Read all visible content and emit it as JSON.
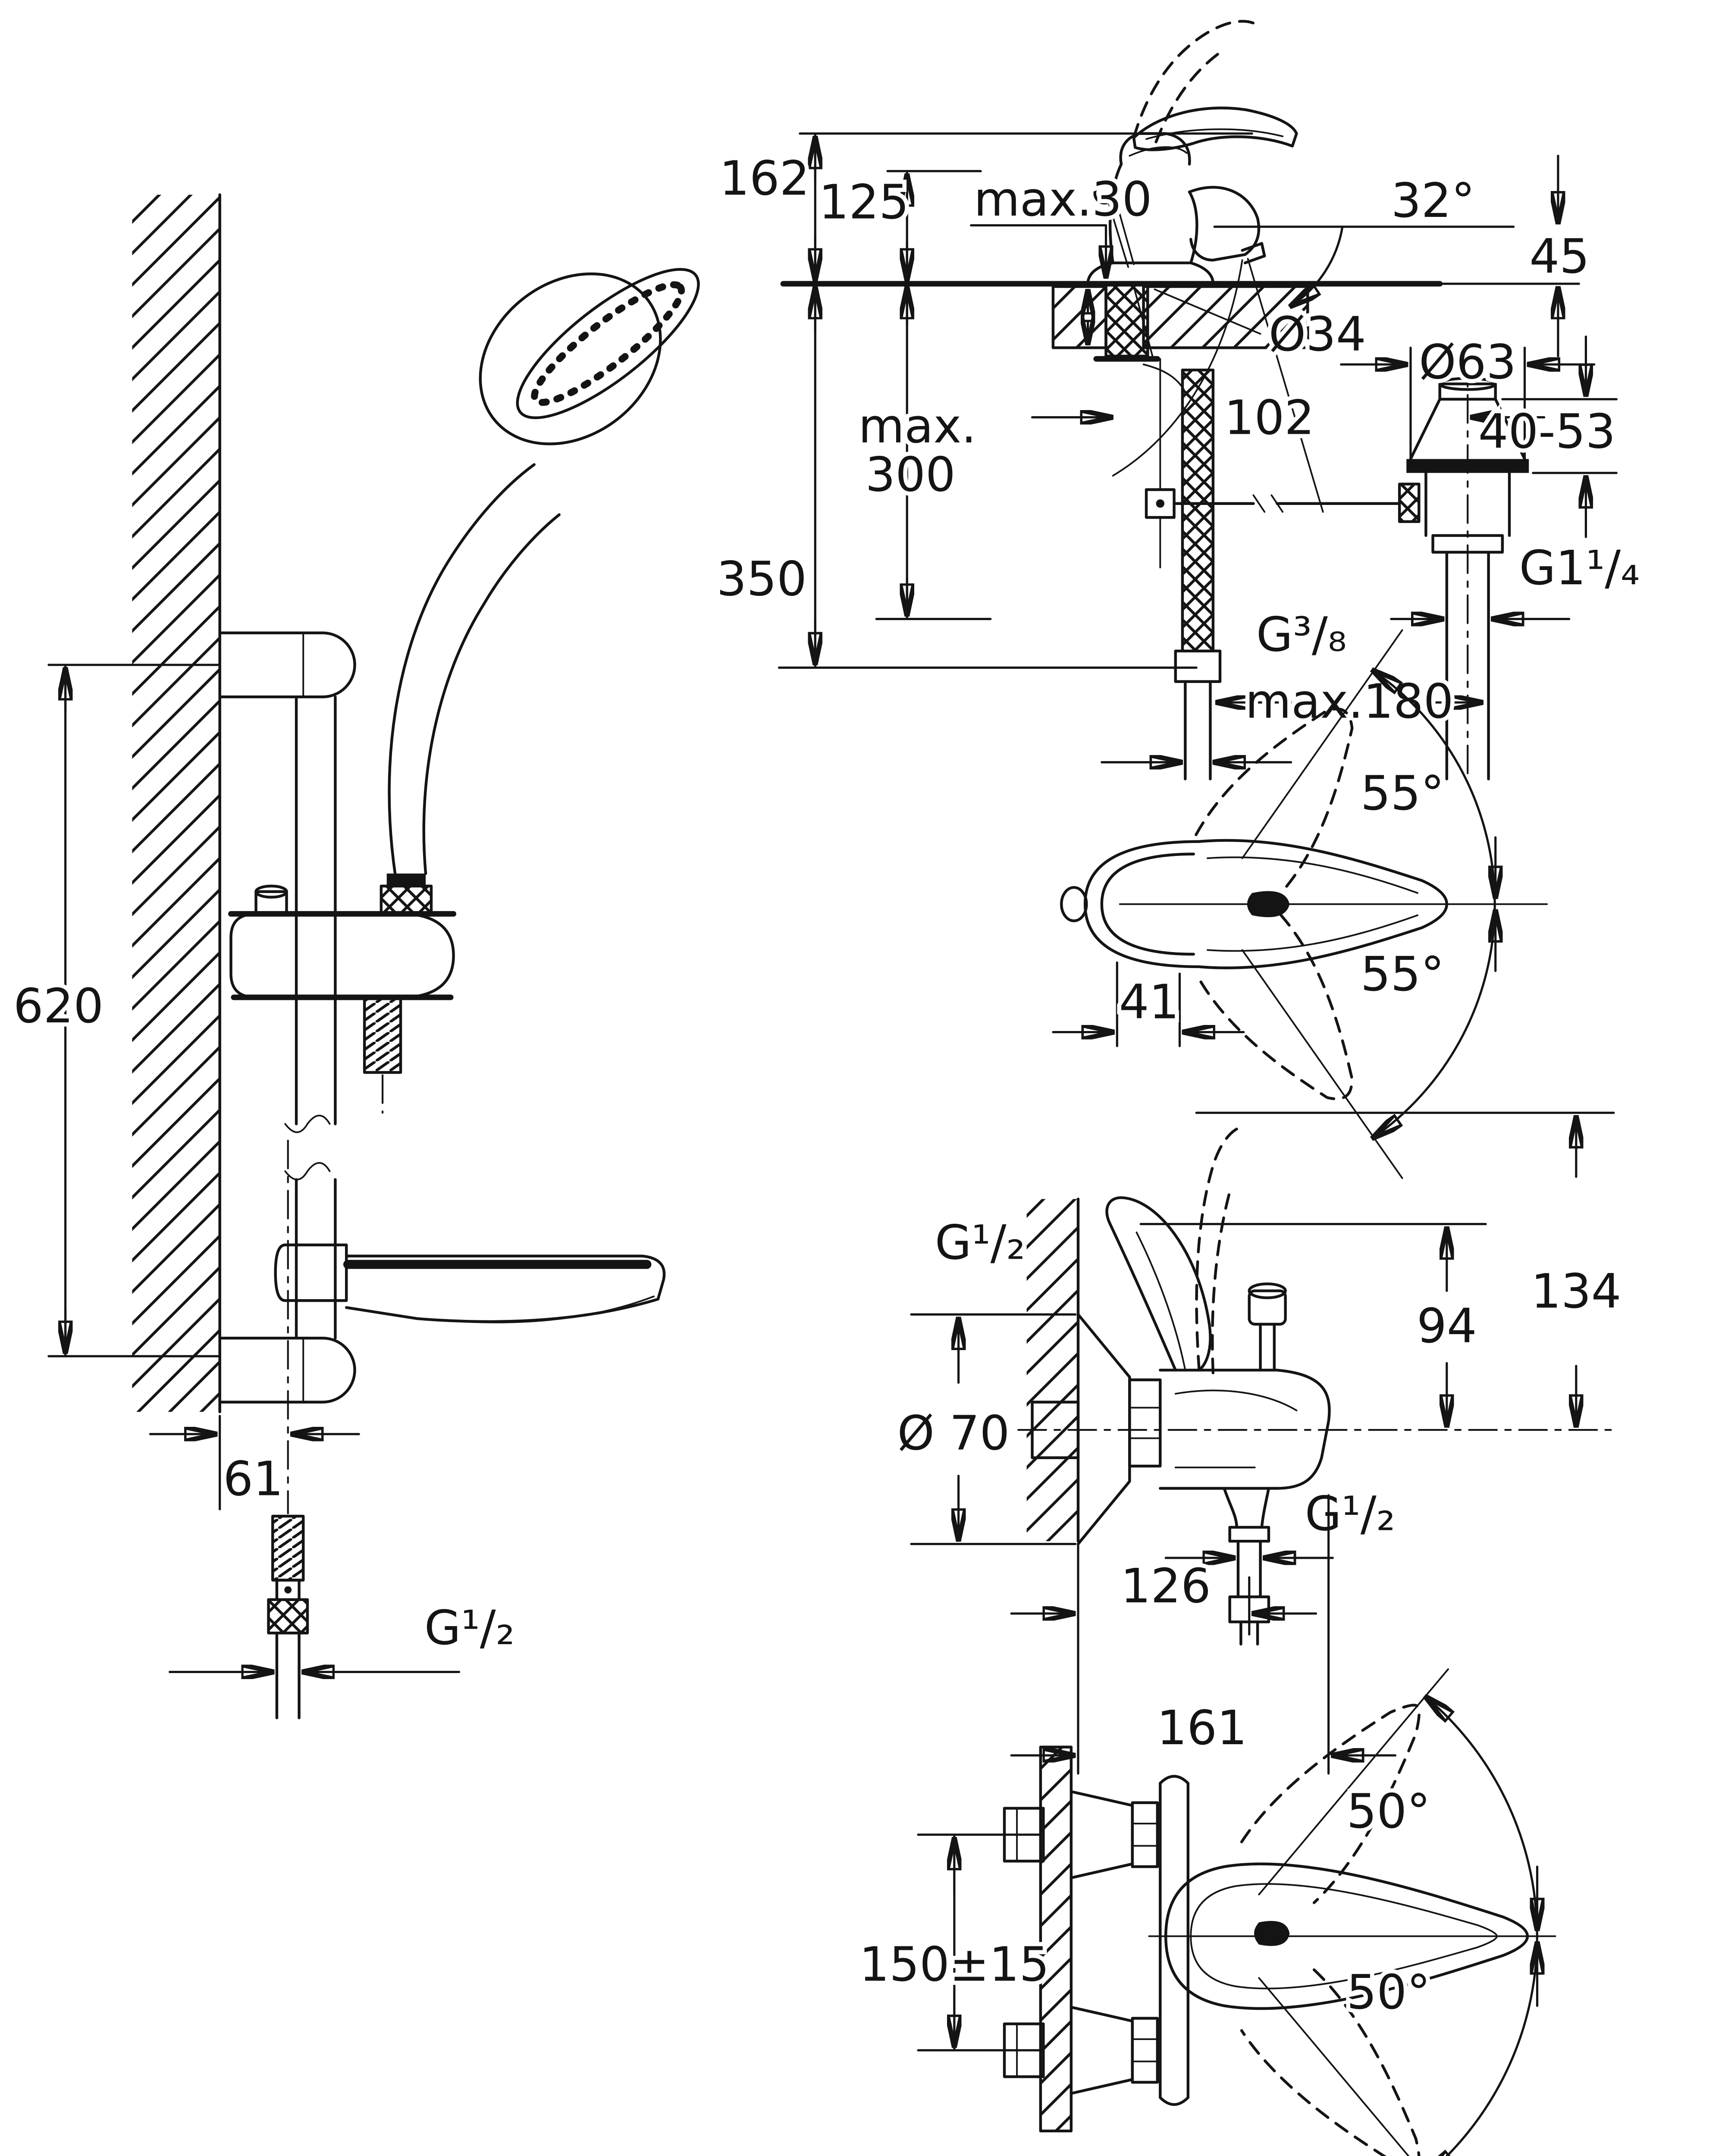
{
  "page": {
    "type": "technical-dimension-drawing",
    "background_color": "#ffffff",
    "line_color": "#141414"
  },
  "drawings": {
    "shower_rail_set": {
      "description": "shower rail with hand shower, soap dish and hose, side view",
      "labels": {
        "rail_height": "620",
        "wall_offset": "61",
        "hose_thread": "G¹/₂"
      }
    },
    "basin_mixer": {
      "description": "single-hole basin mixer with pop-up waste, side view",
      "labels": {
        "height_to_lever_top": "162",
        "height_to_handle": "125",
        "deck_thickness_max": "max.30",
        "spray_angle": "32°",
        "outlet_height": "45",
        "hole_diameter": "Ø34",
        "depth_max_line1": "max.",
        "depth_max_line2": "300",
        "clearance_below": "350",
        "hose_offset": "102",
        "waste_flange_diameter": "Ø63",
        "waste_adjust_range": "40-53",
        "waste_thread": "G1¹/₄",
        "supply_thread": "G³/₈",
        "rod_reach_max": "max.180"
      }
    },
    "lever_top_view": {
      "description": "mixer lever swing range, top view",
      "labels": {
        "swing_up": "55°",
        "swing_down": "55°",
        "lever_offset": "41"
      }
    },
    "bath_mixer": {
      "description": "wall-mounted bath/shower mixer, side view",
      "labels": {
        "top_thread": "G¹/₂",
        "body_height": "94",
        "total_height": "134",
        "escutcheon_diameter": "Ø 70",
        "hose_thread": "G¹/₂",
        "depth_to_hose": "126",
        "total_depth": "161"
      }
    },
    "shower_mixer": {
      "description": "wall-mounted shower mixer, front view with lever swing",
      "labels": {
        "connection_centers": "150±15",
        "swing_up": "50°",
        "swing_down": "50°"
      }
    }
  }
}
